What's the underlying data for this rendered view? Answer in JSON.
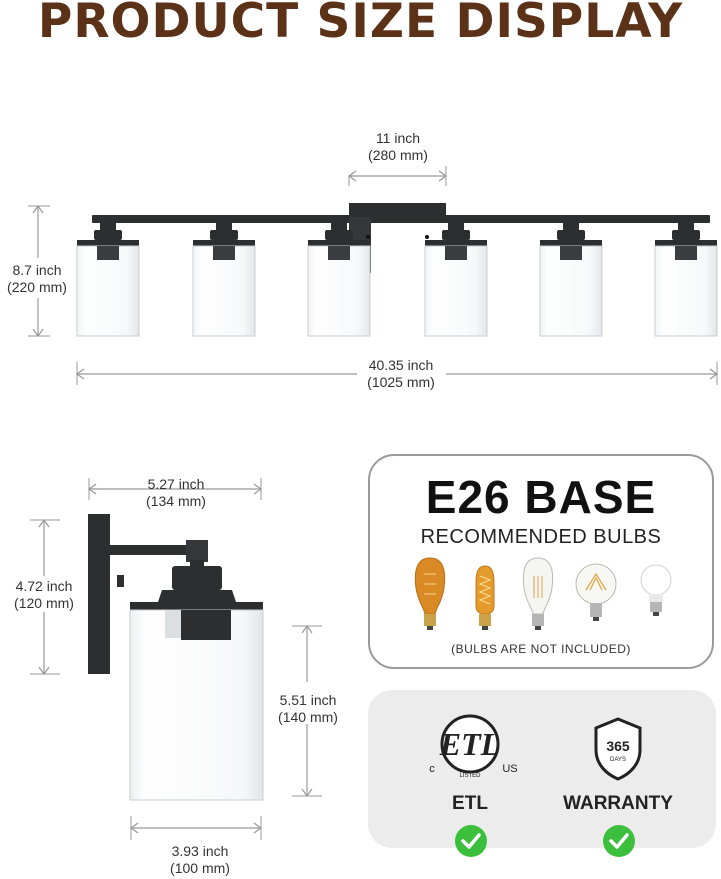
{
  "title": "PRODUCT SIZE DISPLAY",
  "top_view": {
    "spacing": {
      "inch": "11 inch",
      "mm": "(280 mm)"
    },
    "height": {
      "inch": "8.7 inch",
      "mm": "(220 mm)"
    },
    "width": {
      "inch": "40.35 inch",
      "mm": "(1025 mm)"
    }
  },
  "side_view": {
    "depth": {
      "inch": "5.27 inch",
      "mm": "(134 mm)"
    },
    "height": {
      "inch": "4.72 inch",
      "mm": "(120 mm)"
    },
    "shade_height": {
      "inch": "5.51 inch",
      "mm": "(140 mm)"
    },
    "shade_width": {
      "inch": "3.93 inch",
      "mm": "(100 mm)"
    }
  },
  "bulbs": {
    "base": "E26 BASE",
    "subtitle": "RECOMMENDED BULBS",
    "note": "(BULBS ARE NOT INCLUDED)",
    "icons": [
      "st64-amber-bulb-icon",
      "t45-spiral-bulb-icon",
      "st64-clear-bulb-icon",
      "a19-filament-bulb-icon",
      "a19-led-bulb-icon"
    ]
  },
  "certifications": {
    "etl_mark": {
      "c": "c",
      "letters": "ETL",
      "listed": "LISTED",
      "us": "US"
    },
    "etl_label": "ETL",
    "warranty_days": "365",
    "warranty_days_label": "DAYS",
    "warranty_label": "WARRANTY"
  },
  "colors": {
    "title": "#5b3218",
    "check": "#3cbf3c",
    "fixture": "#2c2e30"
  }
}
